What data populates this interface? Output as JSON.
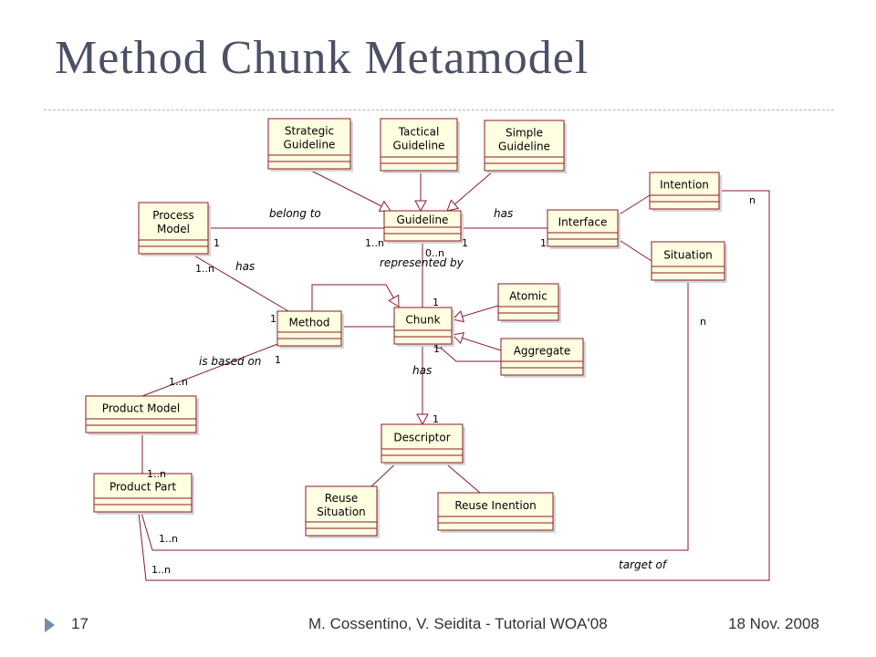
{
  "slide": {
    "title": "Method Chunk Metamodel",
    "footer_page": "17",
    "footer_author": "M. Cossentino, V. Seidita - Tutorial WOA'08",
    "footer_date": "18 Nov. 2008"
  },
  "diagram": {
    "classes": {
      "strategic": [
        "Strategic",
        "Guideline"
      ],
      "tactical": [
        "Tactical",
        "Guideline"
      ],
      "simple": [
        "Simple",
        "Guideline"
      ],
      "process_model": [
        "Process",
        "Model"
      ],
      "guideline": [
        "Guideline"
      ],
      "interface": [
        "Interface"
      ],
      "intention": [
        "Intention"
      ],
      "situation": [
        "Situation"
      ],
      "method": [
        "Method"
      ],
      "chunk": [
        "Chunk"
      ],
      "atomic": [
        "Atomic"
      ],
      "aggregate": [
        "Aggregate"
      ],
      "product_model": [
        "Product Model"
      ],
      "product_part": [
        "Product Part"
      ],
      "descriptor": [
        "Descriptor"
      ],
      "reuse_situation": [
        "Reuse",
        "Situation"
      ],
      "reuse_intention": [
        "Reuse Inention"
      ]
    },
    "associations": {
      "belong_to": "belong to",
      "has_interface": "has",
      "represented_by": "represented by",
      "has_method": "has",
      "is_based_on": "is based on",
      "has_descriptor": "has",
      "target_of": "target of"
    },
    "multiplicities": {
      "pm_belong": "1",
      "gl_belong": "1..n",
      "gl_has": "1",
      "if_has": "1",
      "gl_repr": "0..n",
      "ch_repr": "1",
      "intention_n": "n",
      "situation_n": "n",
      "pm_has": "1..n",
      "me_has": "1",
      "me_based": "1",
      "prm_based": "1..n",
      "ch_agg": "1",
      "ch_desc": "1",
      "pp_comp": "1..n",
      "pp_target_1": "1..n",
      "pp_target_2": "1..n"
    }
  }
}
